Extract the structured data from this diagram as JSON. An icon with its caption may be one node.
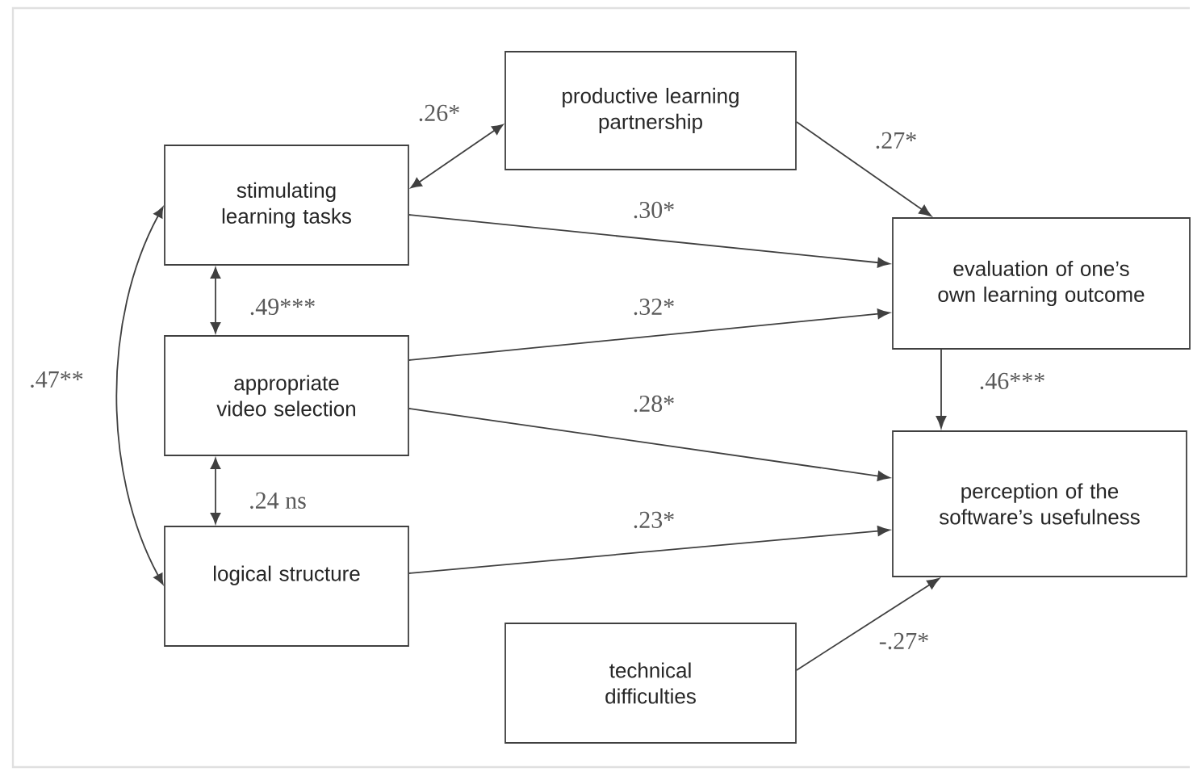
{
  "diagram": {
    "nodes": [
      {
        "text": [
          "productive learning partnership"
        ]
      },
      {
        "text": [
          "stimulating learning tasks"
        ]
      },
      {
        "text": [
          "appropriate video selection"
        ]
      },
      {
        "text": [
          "logical structure"
        ]
      },
      {
        "text": [
          "evaluation of one’s own learning outcome"
        ]
      },
      {
        "text": [
          "perception of the software’s usefulness"
        ]
      },
      {
        "text": [
          "technical difficulties"
        ]
      }
    ],
    "edges": [
      {
        "from": 0,
        "to": 1,
        "arrow": "both",
        "label": ".26*"
      },
      {
        "from": 0,
        "to": 4,
        "arrow": "to",
        "label": ".27*"
      },
      {
        "from": 1,
        "to": 4,
        "arrow": "to",
        "label": ".30*"
      },
      {
        "from": 2,
        "to": 4,
        "arrow": "to",
        "label": ".32*"
      },
      {
        "from": 2,
        "to": 5,
        "arrow": "to",
        "label": ".28*"
      },
      {
        "from": 3,
        "to": 5,
        "arrow": "to",
        "label": ".23*"
      },
      {
        "from": 6,
        "to": 5,
        "arrow": "to",
        "label": "-.27*"
      },
      {
        "from": 4,
        "to": 5,
        "arrow": "to",
        "label": ".46***"
      },
      {
        "from": 1,
        "to": 2,
        "arrow": "both",
        "label": ".49***"
      },
      {
        "from": 2,
        "to": 3,
        "arrow": "both",
        "label": ".24 ns"
      },
      {
        "from": 1,
        "to": 3,
        "arrow": "both",
        "label": ".47**"
      }
    ]
  }
}
